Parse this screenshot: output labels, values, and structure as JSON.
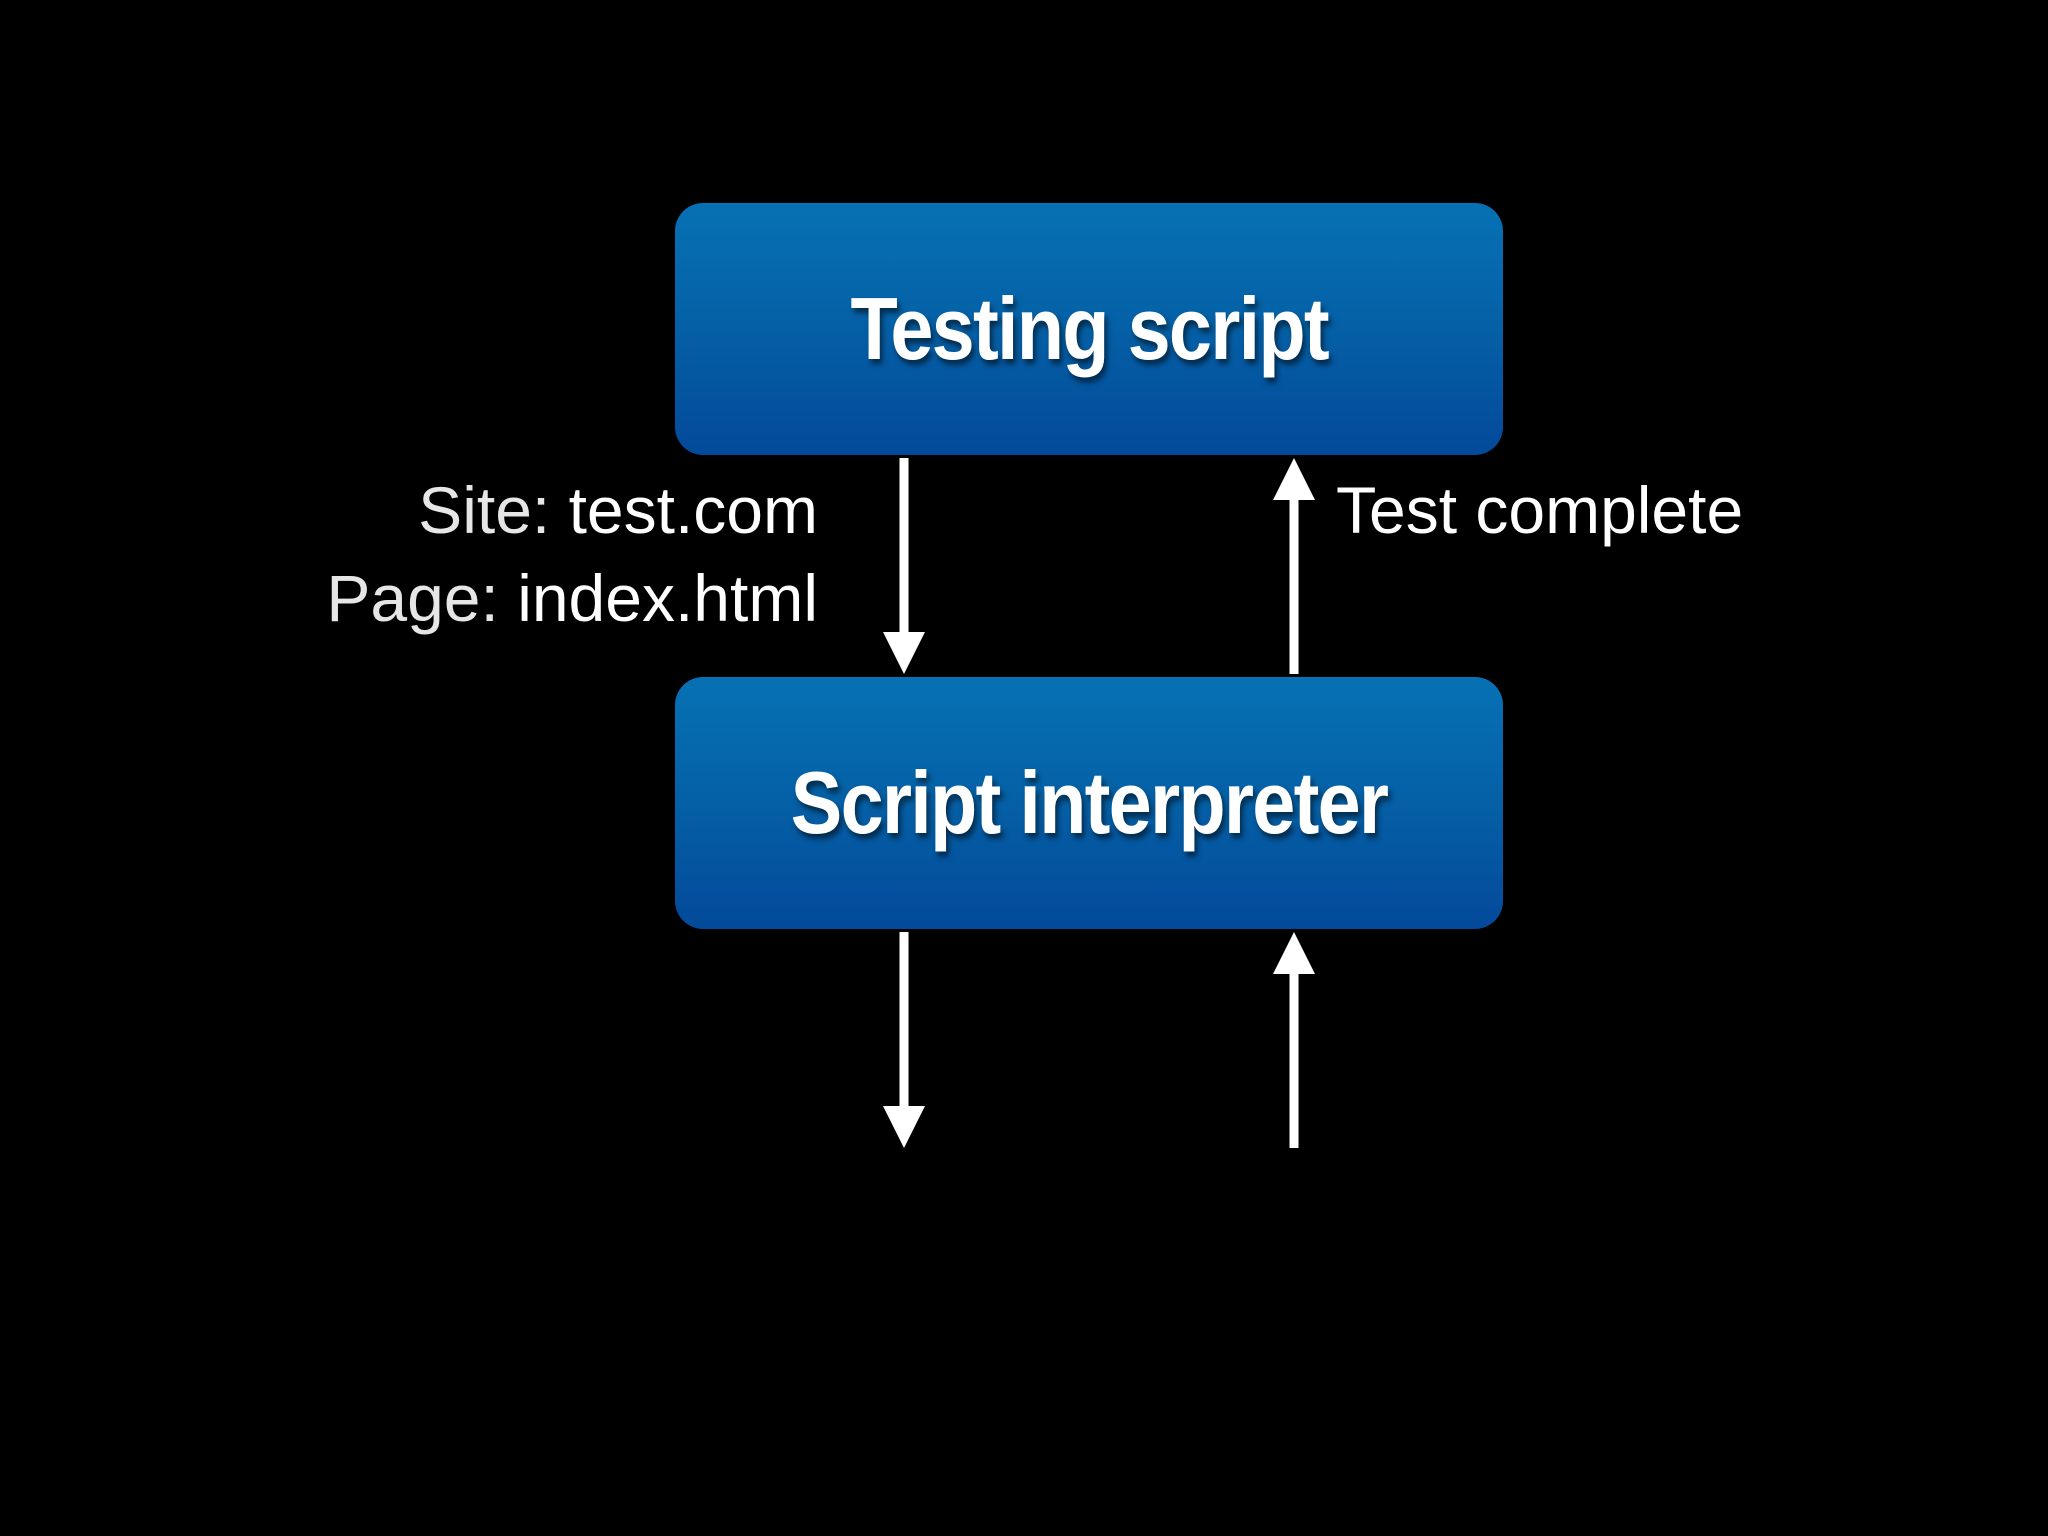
{
  "boxes": {
    "top": {
      "label": "Testing script"
    },
    "bottom": {
      "label": "Script interpreter"
    }
  },
  "edges": {
    "request": {
      "line1_key": "Site:",
      "line1_value": "test.com",
      "line2_key": "Page:",
      "line2_value": "index.html"
    },
    "response": {
      "label": "Test complete"
    }
  },
  "colors": {
    "background": "#000000",
    "box_top": "#0671b4",
    "box_bottom": "#03499a",
    "text": "#ffffff"
  }
}
